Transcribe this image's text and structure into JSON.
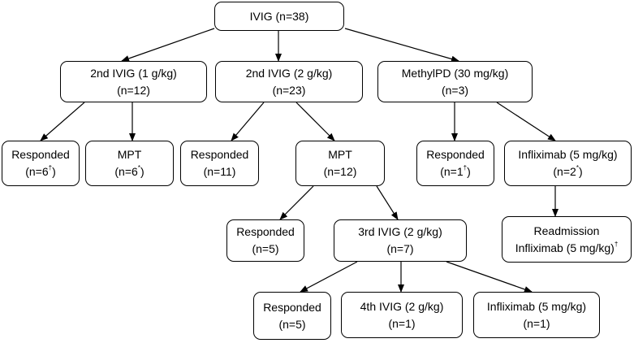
{
  "nodes": {
    "ivig": {
      "l1": "IVIG (n=38)"
    },
    "ivig2_1g": {
      "l1": "2nd IVIG (1 g/kg)",
      "l2": "(n=12)"
    },
    "ivig2_2g": {
      "l1": "2nd IVIG (2 g/kg)",
      "l2": "(n=23)"
    },
    "methylpd": {
      "l1": "MethylPD (30 mg/kg)",
      "l2": "(n=3)"
    },
    "resp_a": {
      "l1": "Responded",
      "l2": "(n=6",
      "sup": "†",
      "l2_end": ")"
    },
    "mpt_a": {
      "l1": "MPT",
      "l2": "(n=6",
      "sup": "*",
      "l2_end": ")"
    },
    "resp_b": {
      "l1": "Responded",
      "l2": "(n=11)"
    },
    "mpt_b": {
      "l1": "MPT",
      "l2": "(n=12)"
    },
    "resp_c": {
      "l1": "Responded",
      "l2": "(n=1",
      "sup": "†",
      "l2_end": ")"
    },
    "infl_a": {
      "l1": "Infliximab (5 mg/kg)",
      "l2": "(n=2",
      "sup": "*",
      "l2_end": ")"
    },
    "resp_d": {
      "l1": "Responded",
      "l2": "(n=5)"
    },
    "ivig3": {
      "l1": "3rd IVIG (2 g/kg)",
      "l2": "(n=7)"
    },
    "readmission": {
      "l1": "Readmission",
      "l2": "Infliximab (5 mg/kg)",
      "sup": "†",
      "l2_end": ""
    },
    "resp_e": {
      "l1": "Responded",
      "l2": "(n=5)"
    },
    "ivig4": {
      "l1": "4th IVIG (2 g/kg)",
      "l2": "(n=1)"
    },
    "infl_b": {
      "l1": "Infliximab (5 mg/kg)",
      "l2": "(n=1)"
    }
  }
}
